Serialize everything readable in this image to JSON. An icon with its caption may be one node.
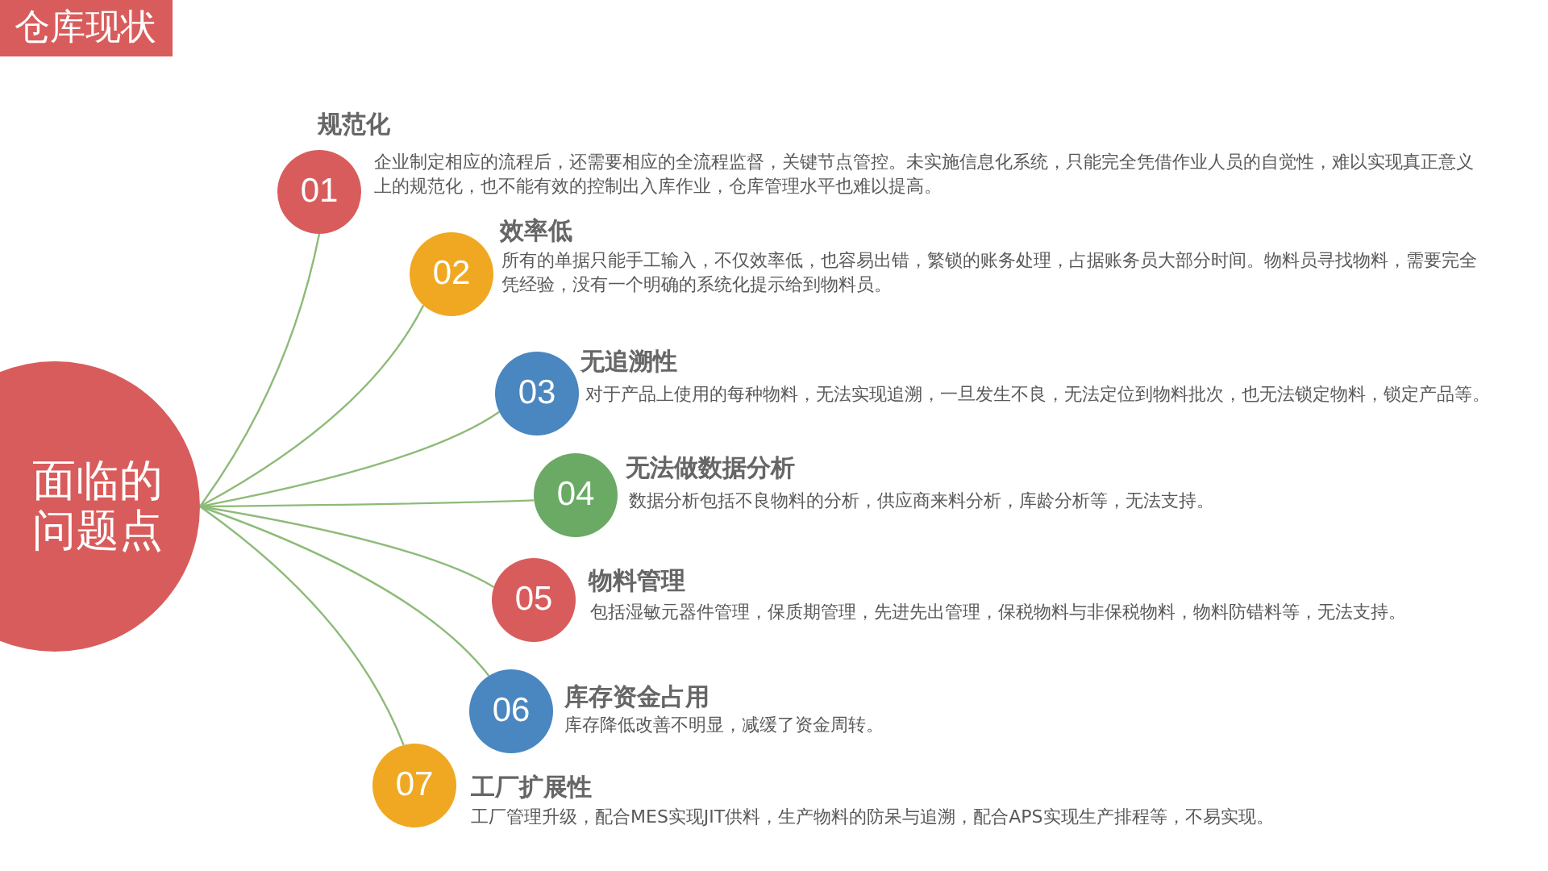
{
  "diagram": {
    "title": "仓库现状",
    "nodes": [
      {
        "text": [
          "面临的问题点"
        ]
      },
      {
        "text": [
          "01"
        ],
        "beside": [
          "规范化",
          "企业制定相应的流程后，还需要相应的全流程监督，关键节点管控。未实施信息化系统，只能完全凭借作业人员的自觉性，难以实现真正意义上的规范化，也不能有效的控制出入库作业，仓库管理水平也难以提高。"
        ]
      },
      {
        "text": [
          "02"
        ],
        "beside": [
          "效率低",
          "所有的单据只能手工输入，不仅效率低，也容易出错，繁锁的账务处理，占据账务员大部分时间。物料员寻找物料，需要完全凭经验，没有一个明确的系统化提示给到物料员。"
        ]
      },
      {
        "text": [
          "03"
        ],
        "beside": [
          "无追溯性",
          "对于产品上使用的每种物料，无法实现追溯，一旦发生不良，无法定位到物料批次，也无法锁定物料，锁定产品等。"
        ]
      },
      {
        "text": [
          "04"
        ],
        "beside": [
          "无法做数据分析",
          "数据分析包括不良物料的分析，供应商来料分析，库龄分析等，无法支持。"
        ]
      },
      {
        "text": [
          "05"
        ],
        "beside": [
          "物料管理",
          "包括湿敏元器件管理，保质期管理，先进先出管理，保税物料与非保税物料，物料防错料等，无法支持。"
        ]
      },
      {
        "text": [
          "06"
        ],
        "beside": [
          "库存资金占用",
          "库存降低改善不明显，减缓了资金周转。"
        ]
      },
      {
        "text": [
          "07"
        ],
        "beside": [
          "工厂扩展性",
          "工厂管理升级，配合MES实现JIT供料，生产物料的防呆与追溯，配合APS实现生产排程等，不易实现。"
        ]
      }
    ],
    "edges": [
      {
        "from": 0,
        "to": 1,
        "arrow": "none"
      },
      {
        "from": 0,
        "to": 2,
        "arrow": "none"
      },
      {
        "from": 0,
        "to": 3,
        "arrow": "none"
      },
      {
        "from": 0,
        "to": 4,
        "arrow": "none"
      },
      {
        "from": 0,
        "to": 5,
        "arrow": "none"
      },
      {
        "from": 0,
        "to": 6,
        "arrow": "none"
      },
      {
        "from": 0,
        "to": 7,
        "arrow": "none"
      }
    ]
  }
}
